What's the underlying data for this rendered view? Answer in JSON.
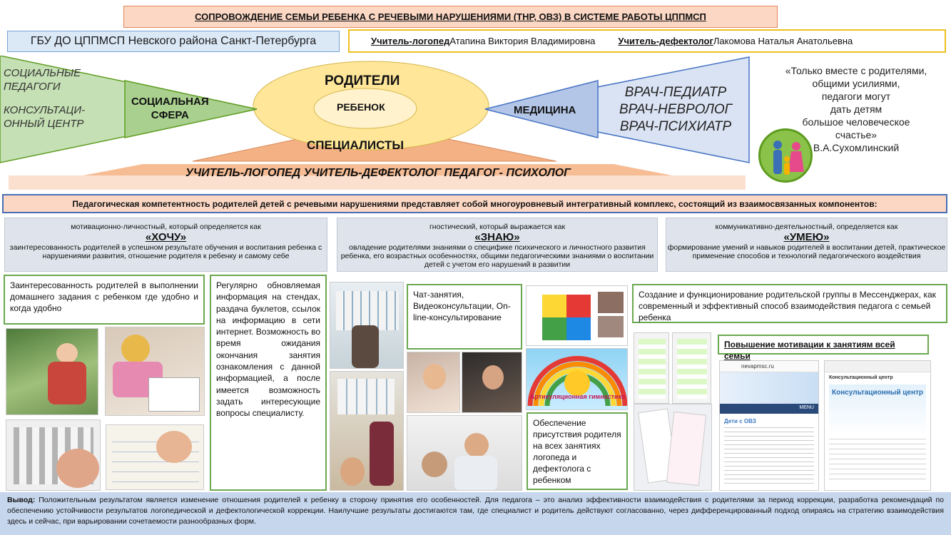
{
  "header": {
    "title": "СОПРОВОЖДЕНИЕ СЕМЬИ  РЕБЕНКА С РЕЧЕВЫМИ НАРУШЕНИЯМИ (ТНР, ОВЗ) В СИСТЕМЕ РАБОТЫ ЦППМСП",
    "org": "ГБУ ДО ЦППМСП Невского района Санкт-Петербурга",
    "teacher1_role": "Учитель-логопед",
    "teacher1_name": " Атапина Виктория Владимировна",
    "teacher2_role": "Учитель-дефектолог",
    "teacher2_name": "Лакомова Наталья Анатольевна"
  },
  "diagram": {
    "social_left_1": "СОЦИАЛЬНЫЕ",
    "social_left_2": "ПЕДАГОГИ",
    "social_left_3": "КОНСУЛЬТАЦИ-",
    "social_left_4": "ОННЫЙ ЦЕНТР",
    "social_sphere_1": "СОЦИАЛЬНАЯ",
    "social_sphere_2": "СФЕРА",
    "parents": "РОДИТЕЛИ",
    "child": "РЕБЕНОК",
    "medicine": "МЕДИЦИНА",
    "doctor1": "ВРАЧ-ПЕДИАТР",
    "doctor2": "ВРАЧ-НЕВРОЛОГ",
    "doctor3": "ВРАЧ-ПСИХИАТР",
    "specialists": "СПЕЦИАЛИСТЫ",
    "specialists_list": "УЧИТЕЛЬ-ЛОГОПЕД   УЧИТЕЛЬ-ДЕФЕКТОЛОГ  ПЕДАГОГ-  ПСИХОЛОГ",
    "colors": {
      "green": "#a9d08e",
      "blue": "#b4c6e7",
      "yellow": "#ffe699",
      "orange": "#f4b183"
    }
  },
  "quote": {
    "l1": "«Только вместе с родителями,",
    "l2": "общими усилиями,",
    "l3": "педагоги могут",
    "l4": "дать детям",
    "l5": "большое человеческое",
    "l6": "счастье»",
    "author": "В.А.Сухомлинский"
  },
  "competence": "Педагогическая компетентность родителей детей с речевыми нарушениями представляет собой многоуровневый интегративный комплекс, состоящий из  взаимосвязанных компонентов:",
  "columns": [
    {
      "intro": "мотивационно-личностный, который определяется  как",
      "key": "«ХОЧУ»",
      "desc": "заинтересованность родителей в успешном результате обучения и воспитания ребенка с нарушениями развития, отношение родителя к ребенку и самому себе"
    },
    {
      "intro": "гностический, который выражается как",
      "key": "«ЗНАЮ»",
      "desc": "овладение родителями знаниями о специфике психического и личностного развития ребенка, его возрастных особенностях, общими педагогическими знаниями о воспитании детей с учетом его нарушений в развитии"
    },
    {
      "intro": "коммуникативно-деятельностный,  определяется  как",
      "key": "«УМЕЮ»",
      "desc": "формирование умений и навыков родителей в воспитании детей, практическое применение способов и технологий педагогического воздействия"
    }
  ],
  "boxes": {
    "homework": "Заинтересованность родителей в выполнении домашнего задания с ребенком где удобно и когда удобно",
    "info": "Регулярно обновляемая информация на стендах, раздача буклетов, ссылок на информацию в сети интернет. Возможность во время ожидания окончания занятия ознакомления с данной информацией, а после имеется возможность задать интересующие вопросы специалисту.",
    "chat": "Чат-занятия, Видеоконсультации, On-line-консультирование",
    "presence": "Обеспечение присутствия родителя на всех занятиях логопеда и дефектолога с ребенком",
    "messenger": "Создание и функционирование родительской группы в Мессенджерах, как современный и эффективный способ взаимодействия педагога с семьей ребенка",
    "motivation": "Повышение мотивации  к занятиям  всей семьи"
  },
  "photos": {
    "rainbow_text": "Артикуляционная гимнастика",
    "phone1_url": "nevapmsc.ru",
    "phone1_section": "Дети с ОВЗ",
    "phone1_menu": "MENU",
    "phone2_title": "Консультационный центр",
    "phone2_banner": "Консультационный центр"
  },
  "conclusion": {
    "label": "Вывод:",
    "text": " Положительным результатом является изменение отношения родителей к ребенку в сторону принятия его особенностей. Для педагога – это анализ  эффективности взаимодействия с родителями за период коррекции, разработка рекомендаций по обеспечению устойчивости результатов логопедической и дефектологической коррекции. Наилучшие результаты достигаются там, где специалист и родитель действуют согласованно, через дифференцированный подход опираясь  на стратегию взаимодействия здесь и сейчас, при варьировании сочетаемости разнообразных форм."
  }
}
